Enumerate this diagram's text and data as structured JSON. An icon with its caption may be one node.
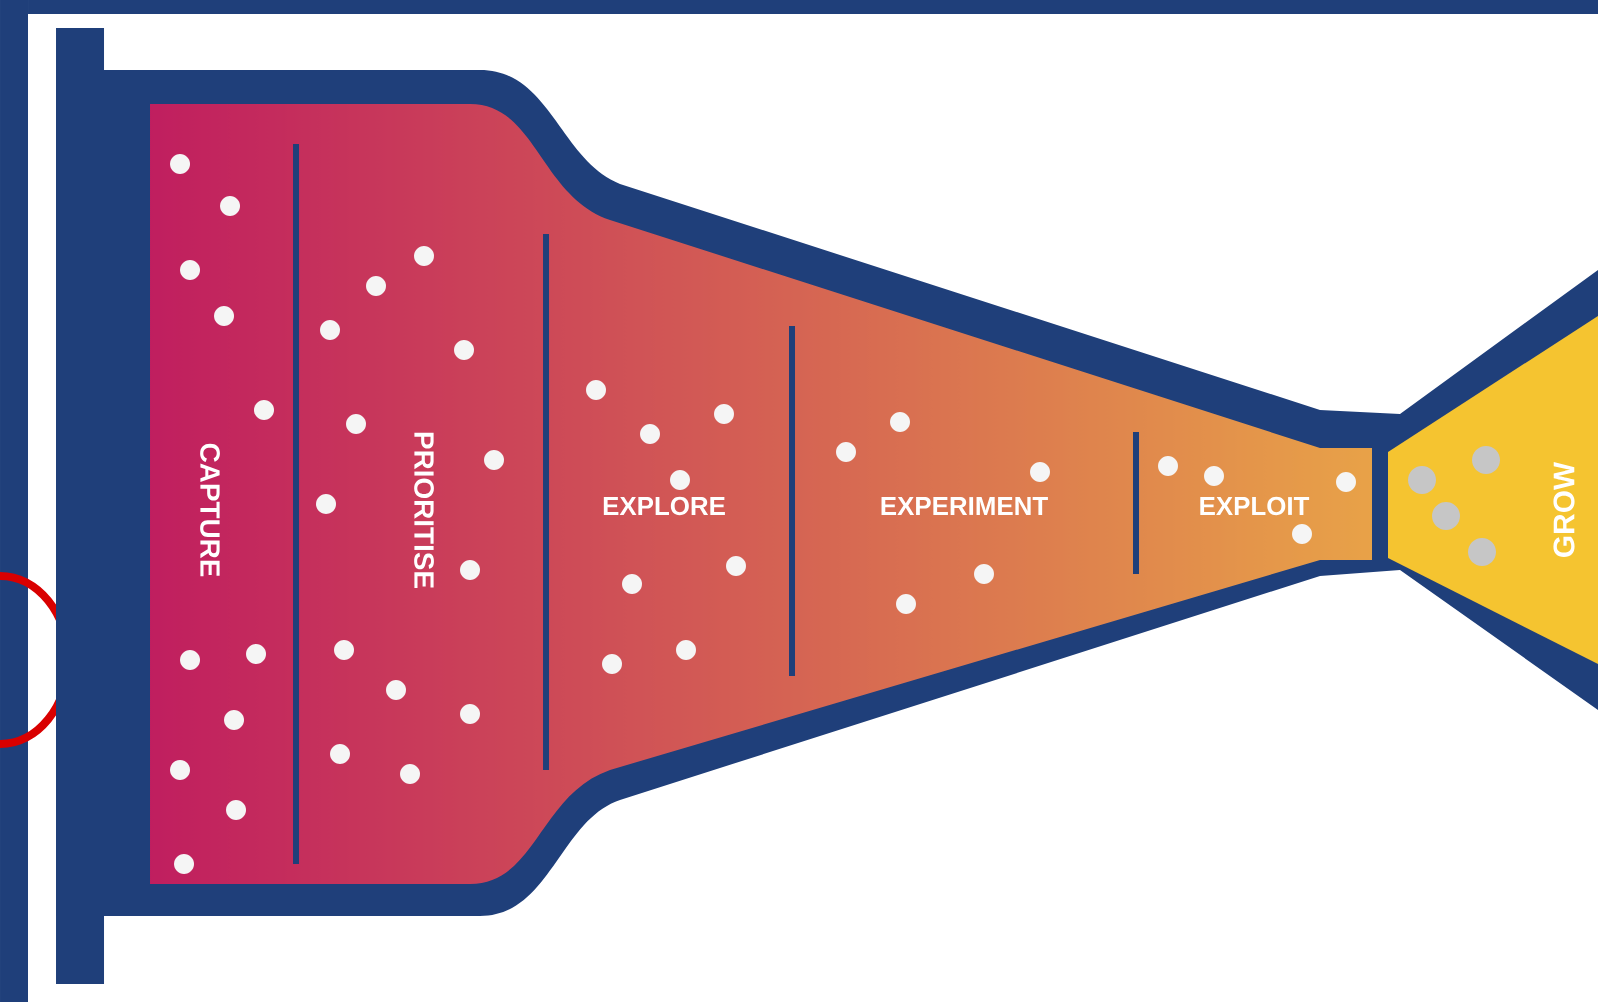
{
  "diagram": {
    "nodes": [
      {
        "text": [
          "CAPTURE"
        ]
      },
      {
        "text": [
          "PRIORITISE"
        ]
      },
      {
        "text": [
          "EXPLORE"
        ]
      },
      {
        "text": [
          "EXPERIMENT"
        ]
      },
      {
        "text": [
          "EXPLOIT"
        ]
      },
      {
        "text": [
          "GROW"
        ]
      }
    ]
  }
}
